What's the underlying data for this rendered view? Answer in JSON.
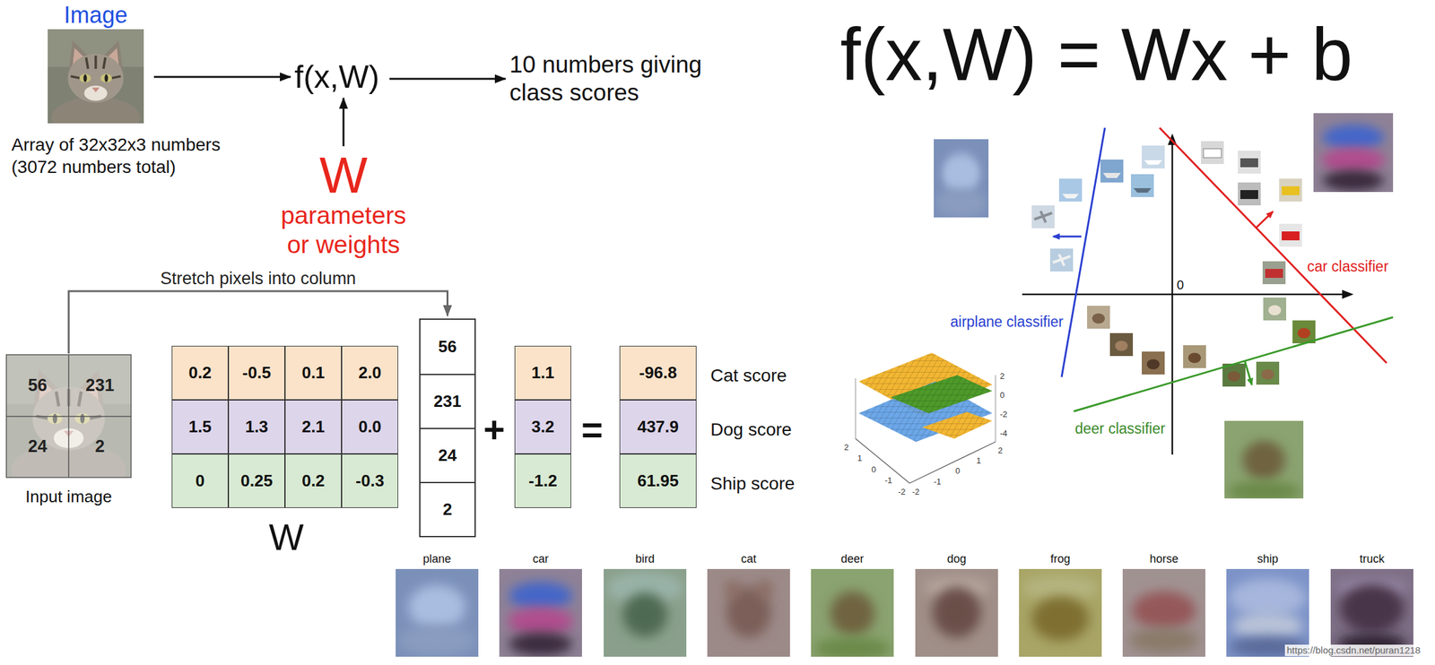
{
  "diagram": {
    "nodes": [
      {
        "text": [
          "Image"
        ]
      },
      {
        "text": [
          "f(x,W)"
        ]
      },
      {
        "text": [
          "10 numbers giving class scores"
        ]
      },
      {
        "text": [
          "W",
          "parameters or weights"
        ]
      },
      {
        "text": [
          "56",
          "231",
          "24",
          "2",
          "Input image"
        ]
      },
      {
        "text": [
          "56",
          "231",
          "24",
          "2"
        ]
      }
    ],
    "edges": [
      {
        "from": 0,
        "to": 1,
        "arrow": "to"
      },
      {
        "from": 1,
        "to": 2,
        "arrow": "to"
      },
      {
        "from": 3,
        "to": 1,
        "arrow": "to"
      },
      {
        "from": 4,
        "to": 5,
        "arrow": "to",
        "label": "Stretch pixels into column"
      }
    ],
    "labels": [
      "Array of 32x32x3 numbers (3072 numbers total)",
      "f(x,W) = Wx + b",
      "0.2",
      "-0.5",
      "0.1",
      "2.0",
      "1.5",
      "1.3",
      "2.1",
      "0.0",
      "0",
      "0.25",
      "0.2",
      "-0.3",
      "W",
      "+",
      "1.1",
      "3.2",
      "-1.2",
      "=",
      "-96.8",
      "437.9",
      "61.95",
      "Cat score",
      "Dog score",
      "Ship score",
      "0",
      "car classifier",
      "airplane classifier",
      "deer classifier",
      "2",
      "0",
      "-2",
      "-4",
      "2",
      "1",
      "0",
      "-1",
      "-2",
      "-2",
      "-1",
      "0",
      "1",
      "2",
      "plane",
      "car",
      "bird",
      "cat",
      "deer",
      "dog",
      "frog",
      "horse",
      "ship",
      "truck",
      "https://blog.csdn.net/puran1218"
    ]
  }
}
